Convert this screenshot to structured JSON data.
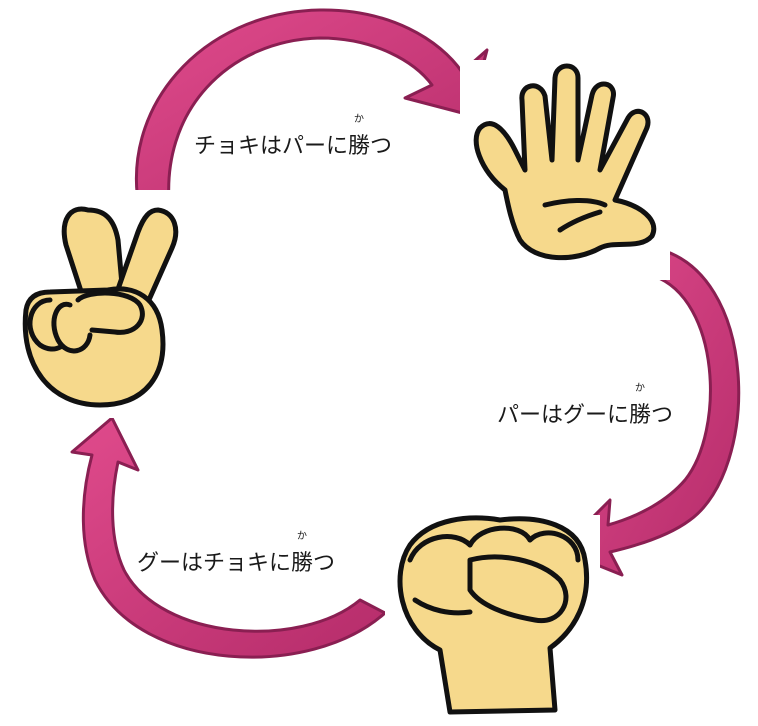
{
  "labels": {
    "scissors_beats_paper": {
      "before": "チョキはパーに",
      "kanji": "勝",
      "after": "つ",
      "furigana": "か"
    },
    "paper_beats_rock": {
      "before": "パーはグーに",
      "kanji": "勝",
      "after": "つ",
      "furigana": "か"
    },
    "rock_beats_scissors": {
      "before": "グーはチョキに",
      "kanji": "勝",
      "after": "つ",
      "furigana": "か"
    }
  },
  "colors": {
    "arrow": "#d63f7f",
    "arrow_dark": "#a52a63",
    "skin": "#f6d98c",
    "outline": "#111111"
  },
  "icons": {
    "scissors": "scissors-hand-icon",
    "paper": "paper-hand-icon",
    "rock": "rock-fist-icon"
  }
}
